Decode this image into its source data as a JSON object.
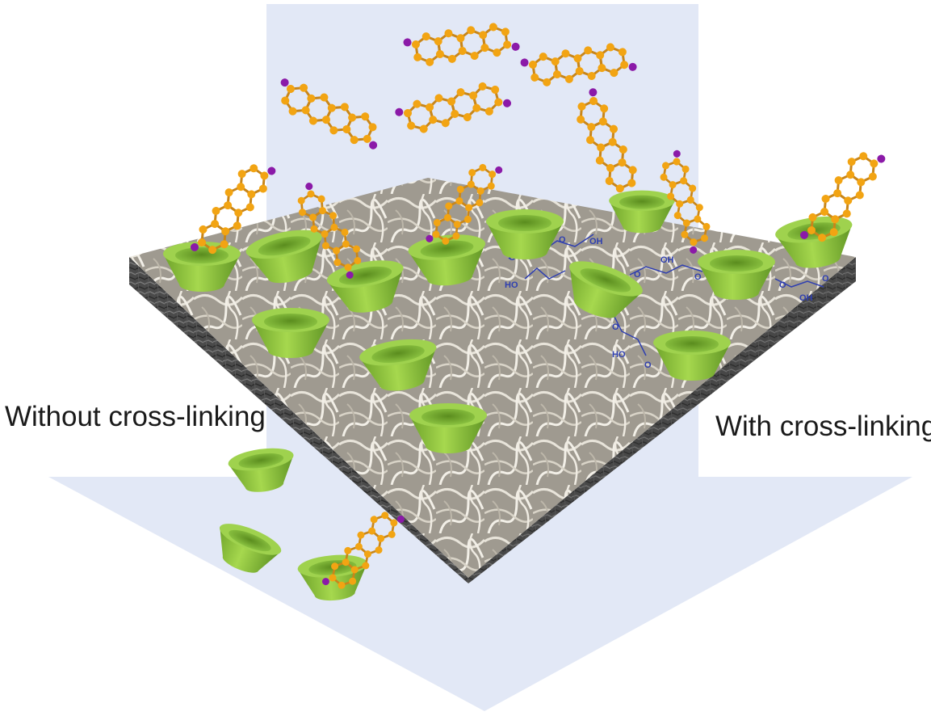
{
  "labels": {
    "left": "Without cross-linking",
    "right": "With cross-linking"
  },
  "crosslinker_text": {
    "oh": "OH",
    "ho": "HO",
    "o": "O"
  },
  "colors": {
    "arrow": "#e2e8f6",
    "membrane_top": "#c9c5bc",
    "membrane_side": "#4a4a4a",
    "cyclodextrin": "#8cc63f",
    "steroid": "#f2a413",
    "steroid_tip": "#8b1aa8",
    "crosslinker": "#2f3fb0"
  },
  "icons": {
    "host": "cyclodextrin-cone-icon",
    "guest": "steroid-molecule-icon"
  }
}
